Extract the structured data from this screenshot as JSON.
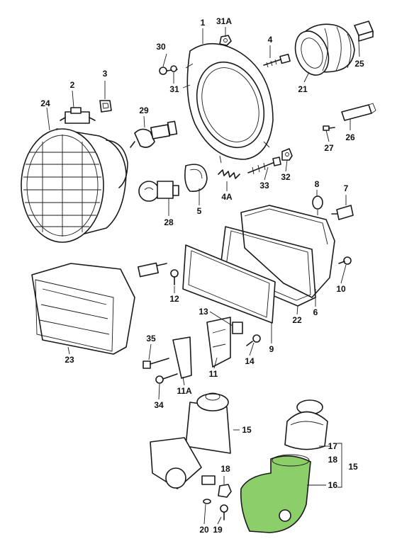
{
  "highlight_color": "#8ccf6a",
  "labels": {
    "l1": "1",
    "l2": "2",
    "l3": "3",
    "l4": "4",
    "l4a": "4A",
    "l5": "5",
    "l6": "6",
    "l7": "7",
    "l8": "8",
    "l9": "9",
    "l10": "10",
    "l11": "11",
    "l11a": "11A",
    "l12": "12",
    "l13": "13",
    "l14": "14",
    "l15a": "15",
    "l15b": "15",
    "l16": "16",
    "l17": "17",
    "l18a": "18",
    "l18b": "18",
    "l19": "19",
    "l20": "20",
    "l21": "21",
    "l22": "22",
    "l23": "23",
    "l24": "24",
    "l25": "25",
    "l26": "26",
    "l27": "27",
    "l28": "28",
    "l29": "29",
    "l30": "30",
    "l31": "31",
    "l31a": "31A",
    "l32": "32",
    "l33": "33",
    "l34": "34",
    "l35": "35"
  }
}
